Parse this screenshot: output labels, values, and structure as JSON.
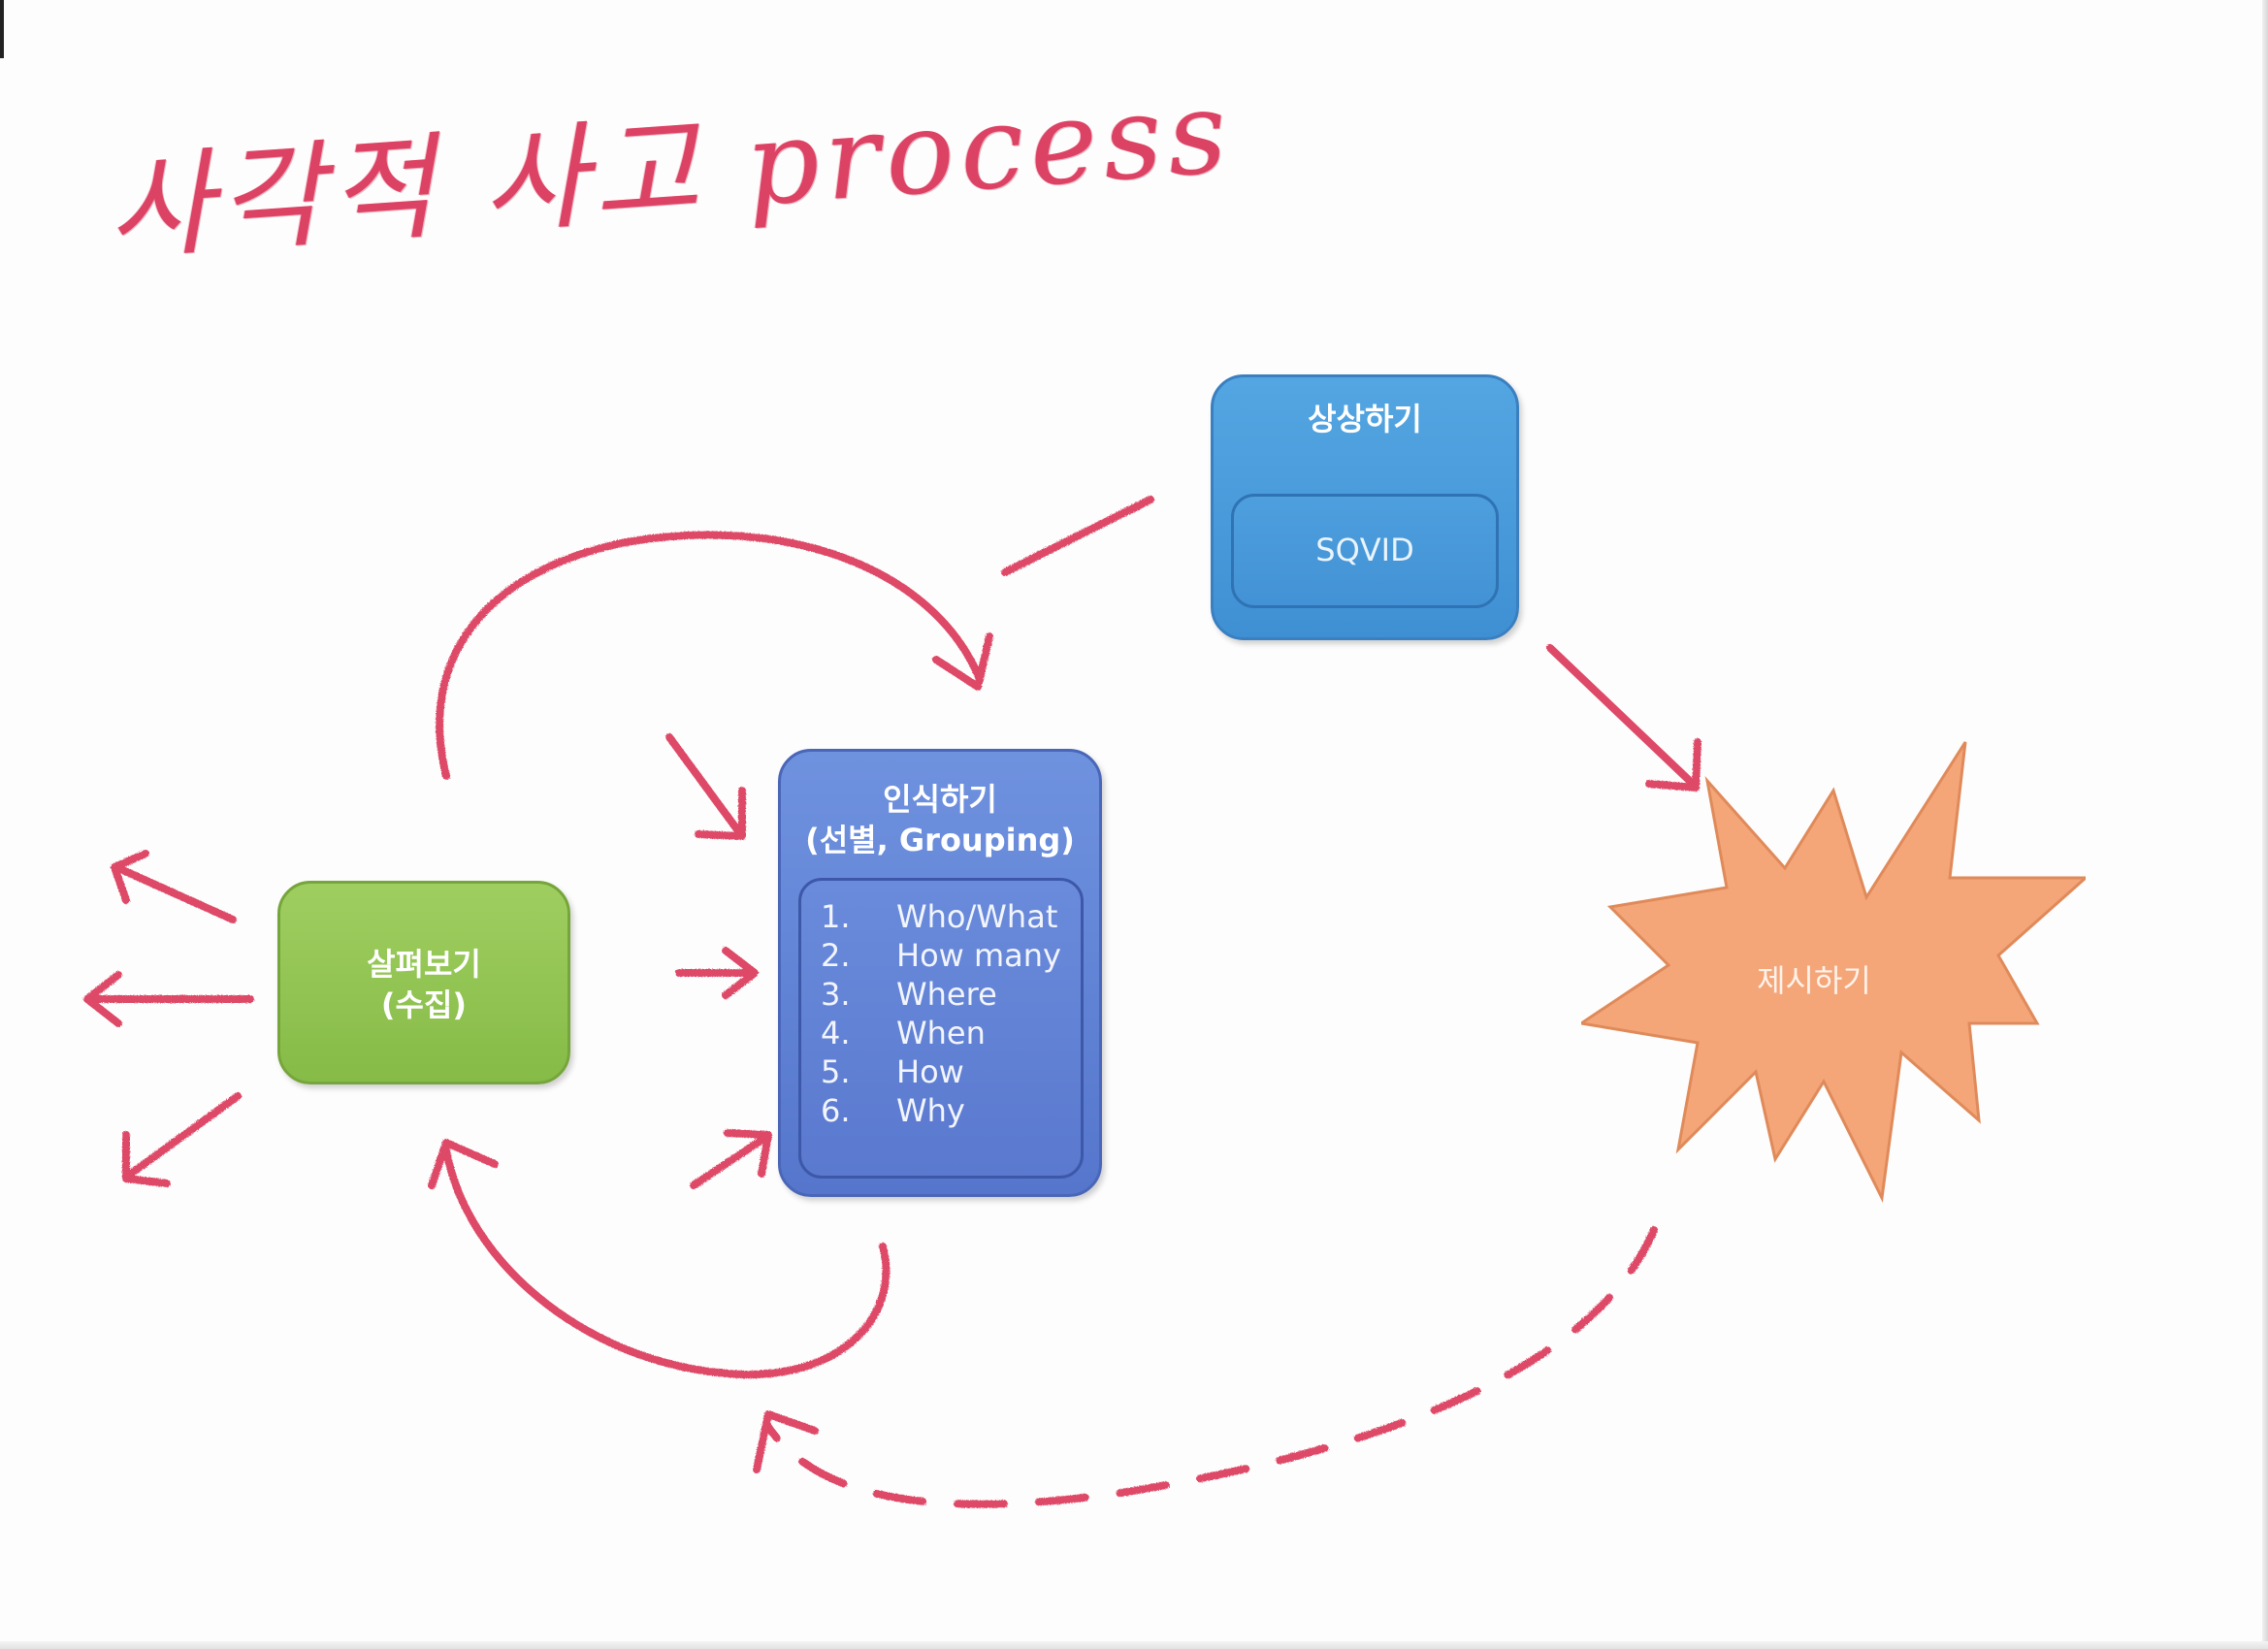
{
  "title": "사각적 사고 process",
  "colors": {
    "marker_red": "#d8294e",
    "imagine_blue": "#4c9bdc",
    "recognize_blue": "#5e7fd3",
    "look_green": "#8fc350",
    "present_orange": "#f4a679"
  },
  "nodes": {
    "imagine": {
      "title": "상상하기",
      "sub": "SQVID"
    },
    "look": {
      "title_line1": "살펴보기",
      "title_line2": "(수집)"
    },
    "recognize": {
      "title_line1": "인식하기",
      "title_line2": "(선별, Grouping)",
      "items": [
        {
          "num": "1.",
          "text": "Who/What"
        },
        {
          "num": "2.",
          "text": "How many"
        },
        {
          "num": "3.",
          "text": "Where"
        },
        {
          "num": "4.",
          "text": "When"
        },
        {
          "num": "5.",
          "text": "How"
        },
        {
          "num": "6.",
          "text": "Why"
        }
      ]
    },
    "present": {
      "title": "제시하기"
    }
  }
}
